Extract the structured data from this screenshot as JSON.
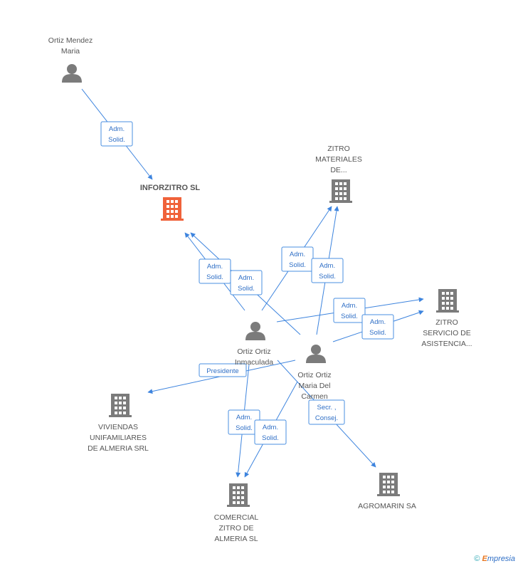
{
  "colors": {
    "edge": "#3d84de",
    "node_gray": "#7b7b7b",
    "node_highlight": "#f0623a",
    "label": "#555555",
    "rel_text": "#2f6fc6"
  },
  "nodes": {
    "ortiz_mendez": {
      "lines": [
        "Ortiz Mendez",
        "Maria"
      ],
      "kind": "person-icon"
    },
    "inforzitro": {
      "lines": [
        "INFORZITRO SL"
      ],
      "kind": "building-icon",
      "highlight": true
    },
    "zitro_mat": {
      "lines": [
        "ZITRO",
        "MATERIALES",
        "DE..."
      ],
      "kind": "building-icon"
    },
    "zitro_serv": {
      "lines": [
        "ZITRO",
        "SERVICIO DE",
        "ASISTENCIA..."
      ],
      "kind": "building-icon"
    },
    "inmaculada": {
      "lines": [
        "Ortiz Ortiz",
        "Inmaculada"
      ],
      "kind": "person-icon"
    },
    "maria_carmen": {
      "lines": [
        "Ortiz Ortiz",
        "Maria Del",
        "Carmen"
      ],
      "kind": "person-icon"
    },
    "viviendas": {
      "lines": [
        "VIVIENDAS",
        "UNIFAMILIARES",
        "DE ALMERIA SRL"
      ],
      "kind": "building-icon"
    },
    "comercial": {
      "lines": [
        "COMERCIAL",
        "ZITRO DE",
        "ALMERIA SL"
      ],
      "kind": "building-icon"
    },
    "agromarin": {
      "lines": [
        "AGROMARIN SA"
      ],
      "kind": "building-icon"
    }
  },
  "relations": [
    {
      "lines": [
        "Adm.",
        "Solid."
      ]
    },
    {
      "lines": [
        "Adm.",
        "Solid."
      ]
    },
    {
      "lines": [
        "Adm.",
        "Solid."
      ]
    },
    {
      "lines": [
        "Adm.",
        "Solid."
      ]
    },
    {
      "lines": [
        "Adm.",
        "Solid."
      ]
    },
    {
      "lines": [
        "Adm.",
        "Solid."
      ]
    },
    {
      "lines": [
        "Adm.",
        "Solid."
      ]
    },
    {
      "lines": [
        "Presidente"
      ]
    },
    {
      "lines": [
        "Adm.",
        "Solid."
      ]
    },
    {
      "lines": [
        "Adm.",
        "Solid."
      ]
    },
    {
      "lines": [
        "Secr. ,",
        "Consej."
      ]
    }
  ],
  "footer": {
    "copyright": "©",
    "brand_initial": "E",
    "brand_rest": "mpresia"
  }
}
